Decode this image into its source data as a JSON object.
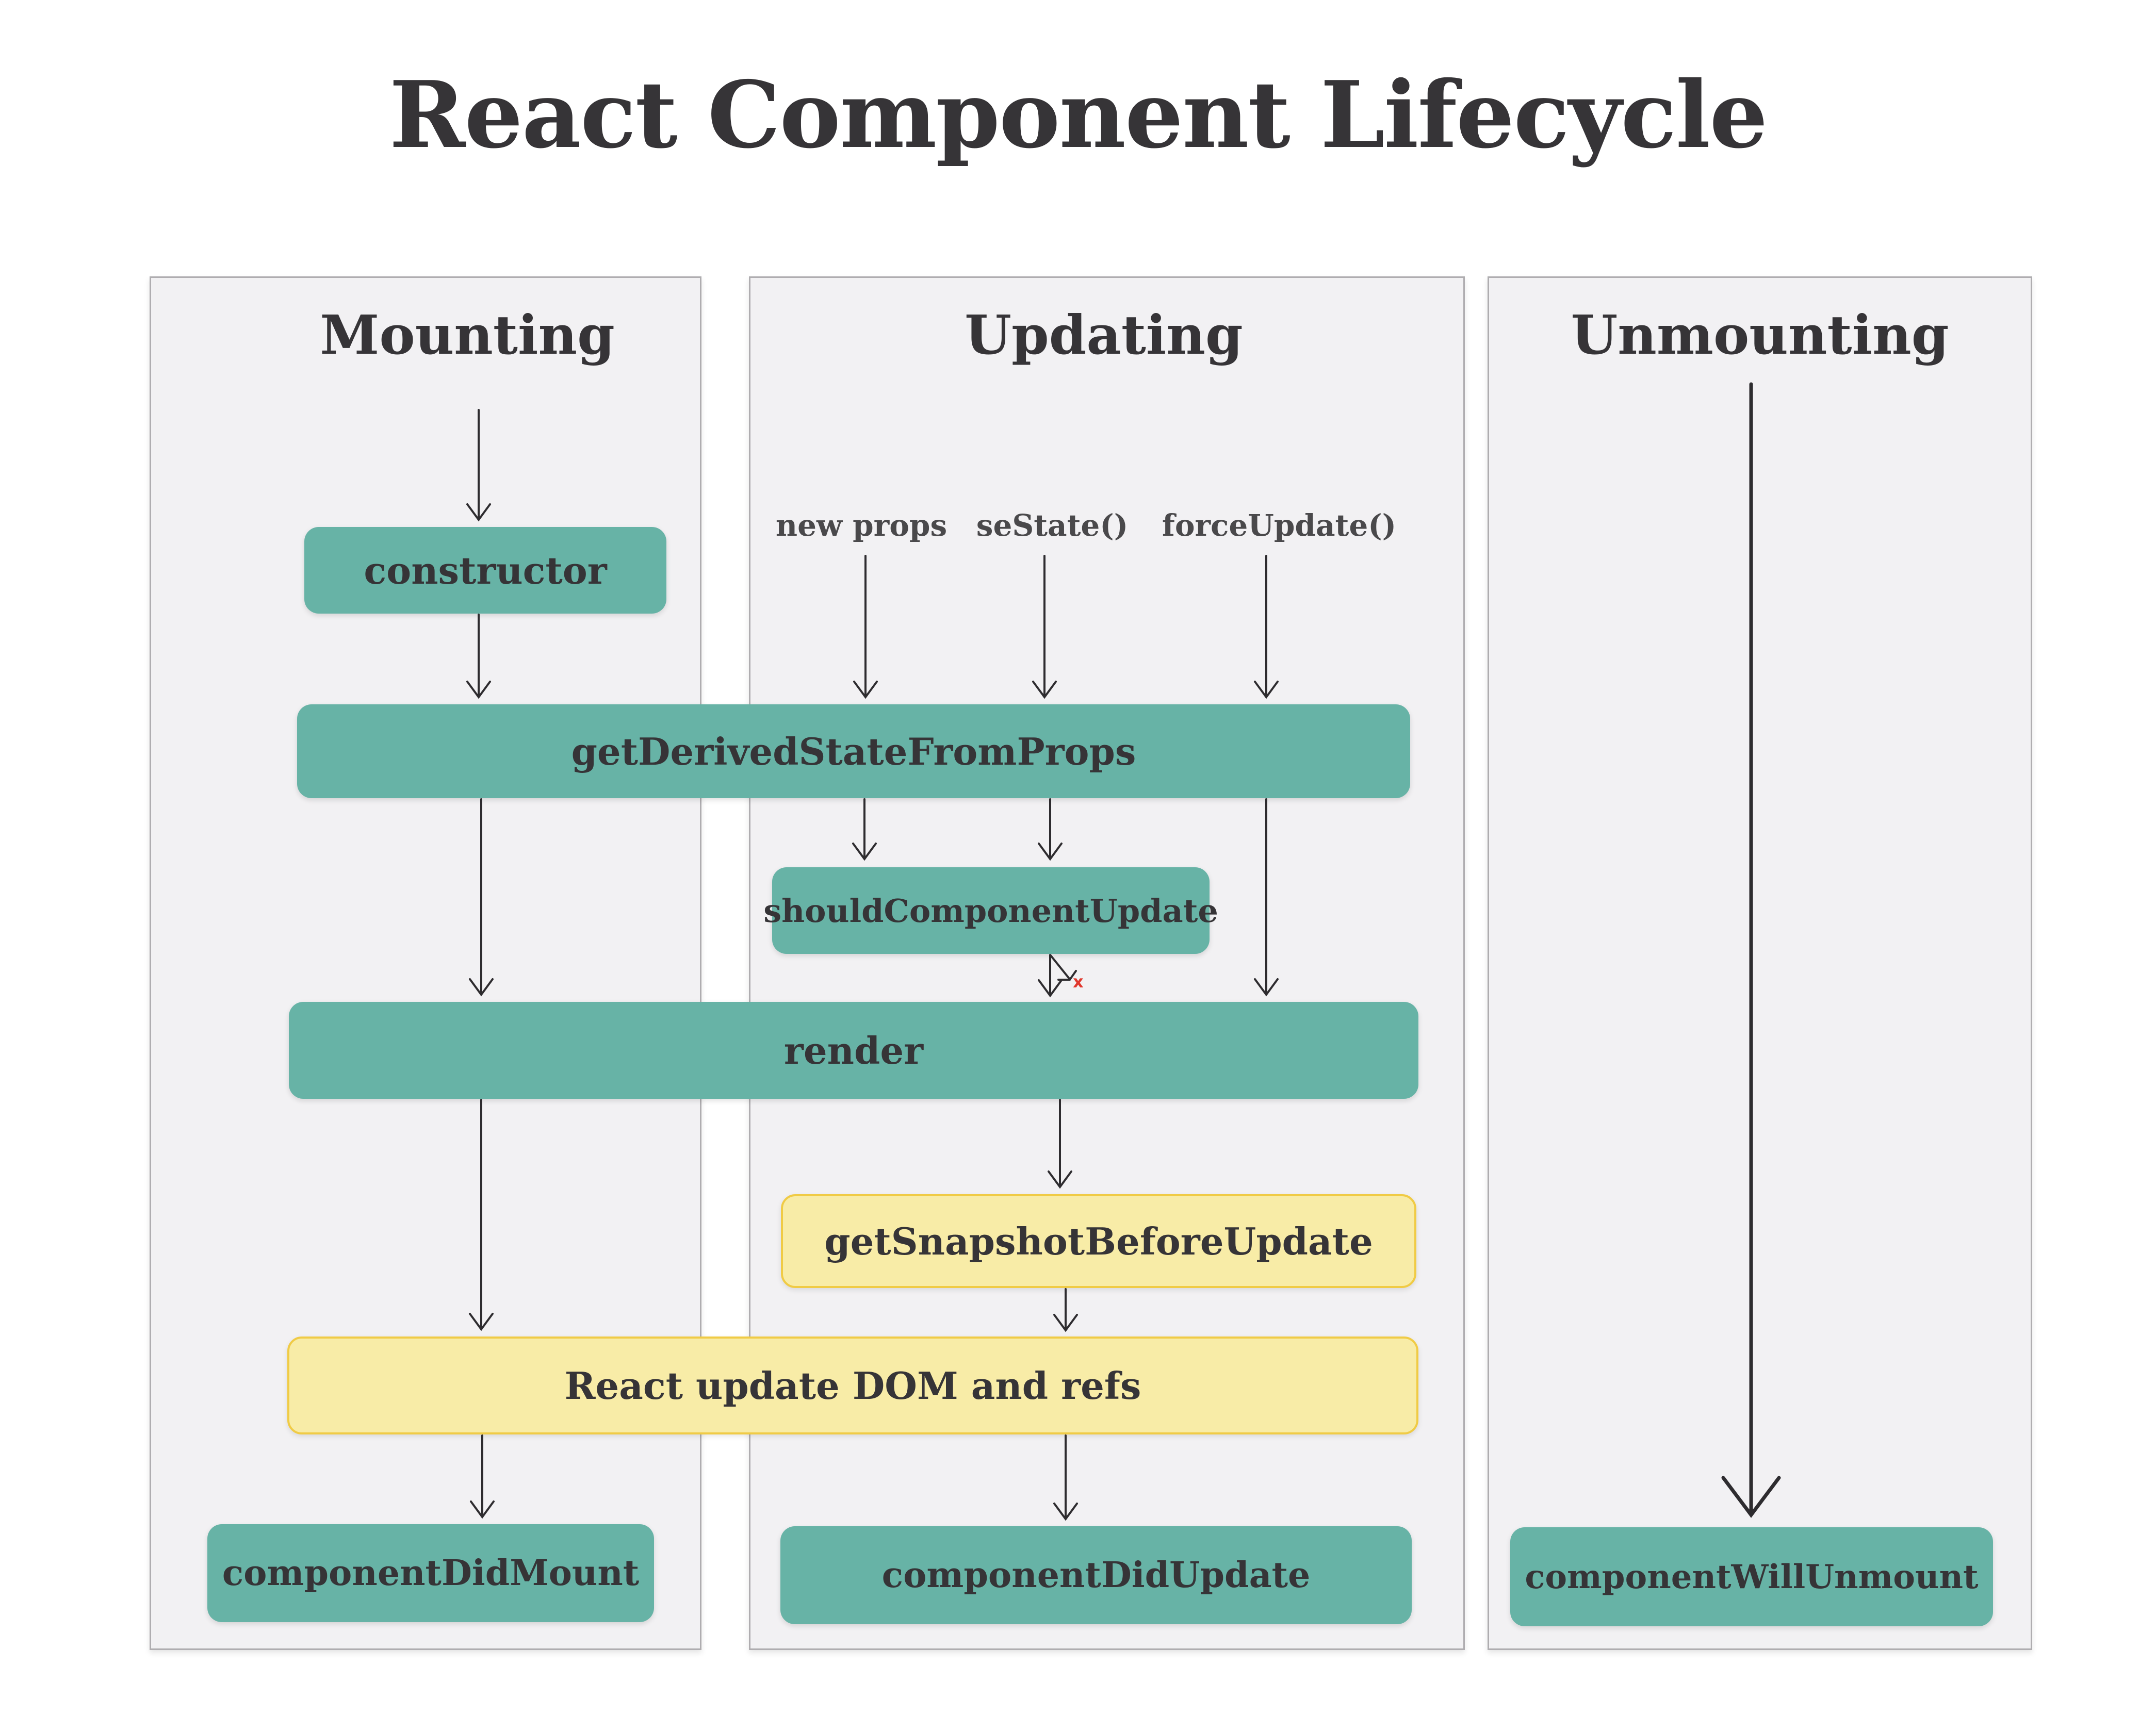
{
  "title": "React Component Lifecycle",
  "columns": {
    "mounting": {
      "header": "Mounting"
    },
    "updating": {
      "header": "Updating",
      "inputs": [
        "new props",
        "seState()",
        "forceUpdate()"
      ],
      "false_marker": "x"
    },
    "unmounting": {
      "header": "Unmounting"
    }
  },
  "boxes": {
    "constructor": {
      "label": "constructor",
      "type": "teal"
    },
    "get_derived_state_from_props": {
      "label": "getDerivedStateFromProps",
      "type": "teal"
    },
    "should_component_update": {
      "label": "shouldComponentUpdate",
      "type": "teal"
    },
    "render": {
      "label": "render",
      "type": "teal"
    },
    "get_snapshot_before_update": {
      "label": "getSnapshotBeforeUpdate",
      "type": "yellow"
    },
    "react_update_dom_and_refs": {
      "label": "React update DOM and refs",
      "type": "yellow"
    },
    "component_did_mount": {
      "label": "componentDidMount",
      "type": "teal"
    },
    "component_did_update": {
      "label": "componentDidUpdate",
      "type": "teal"
    },
    "component_will_unmount": {
      "label": "componentWillUnmount",
      "type": "teal"
    }
  },
  "colors": {
    "teal": "#67b3a6",
    "yellow_fill": "#f8eca7",
    "yellow_border": "#f0cb45",
    "panel_bg": "#f2f1f3",
    "panel_border": "#afadb0",
    "arrow": "#2e2c2f",
    "text_dark": "#363437",
    "label_gray": "#4a494b",
    "red": "#e0372c"
  }
}
